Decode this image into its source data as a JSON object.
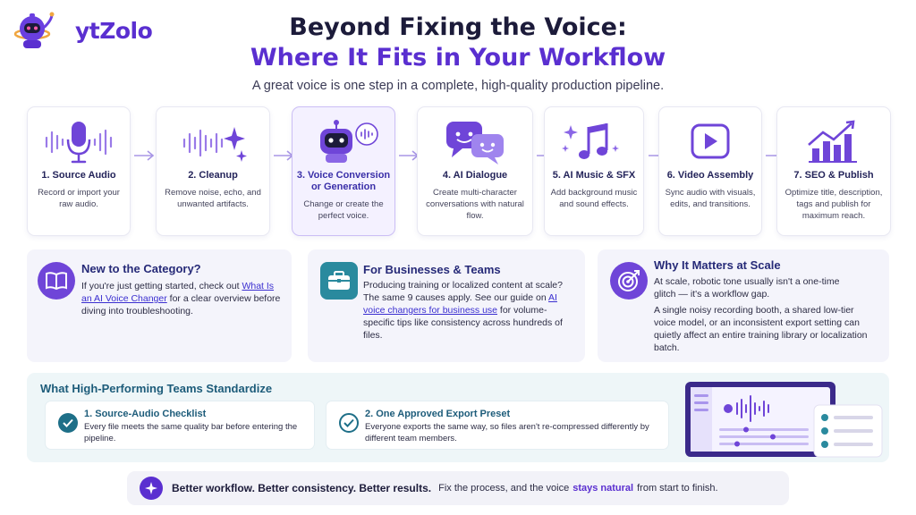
{
  "brand": {
    "name": "ytZolo"
  },
  "header": {
    "title_line1": "Beyond Fixing the Voice:",
    "title_line2": "Where It Fits in Your Workflow",
    "subtitle": "A great voice is one step in a complete, high-quality production pipeline."
  },
  "colors": {
    "accent": "#5a2fd0",
    "navy": "#1c1b3a",
    "teal": "#1d5c7a",
    "card_bg": "#f4f4fb",
    "panel_bg": "#eef6f8"
  },
  "pipeline": [
    {
      "title": "1. Source Audio",
      "desc": "Record or import your raw audio.",
      "icon": "microphone-icon",
      "active": false
    },
    {
      "title": "2. Cleanup",
      "desc": "Remove noise, echo, and unwanted artifacts.",
      "icon": "sparkle-wave-icon",
      "active": false
    },
    {
      "title": "3. Voice Conversion or Generation",
      "desc": "Change or create the perfect voice.",
      "icon": "robot-icon",
      "active": true
    },
    {
      "title": "4. AI Dialogue",
      "desc": "Create multi-character conversations with natural flow.",
      "icon": "chat-bubbles-icon",
      "active": false
    },
    {
      "title": "5. AI Music & SFX",
      "desc": "Add background music and sound effects.",
      "icon": "music-note-icon",
      "active": false
    },
    {
      "title": "6. Video Assembly",
      "desc": "Sync audio with visuals, edits, and transitions.",
      "icon": "play-icon",
      "active": false
    },
    {
      "title": "7. SEO & Publish",
      "desc": "Optimize title, description, tags and publish for maximum reach.",
      "icon": "growth-chart-icon",
      "active": false
    }
  ],
  "cards": {
    "new": {
      "title": "New to the Category?",
      "text1": "If you're just getting started, check out",
      "link": "What Is an AI Voice Changer",
      "text2": "for a clear overview before diving into troubleshooting.",
      "icon": "book-icon"
    },
    "business": {
      "title": "For Businesses & Teams",
      "text1": "Producing training or localized content at scale? The same 9 causes apply. See our guide on",
      "link": "AI voice changers for business use",
      "text2": "for volume-specific tips like consistency across hundreds of files.",
      "icon": "briefcase-icon"
    },
    "scale": {
      "title": "Why It Matters at Scale",
      "para1": "At scale, robotic tone usually isn't a one-time glitch — it's a workflow gap.",
      "para2": "A single noisy recording booth, a shared low-tier voice model, or an inconsistent export setting can quietly affect an entire training library or localization batch.",
      "icon": "target-icon"
    }
  },
  "standardize": {
    "title": "What High-Performing Teams Standardize",
    "items": [
      {
        "title": "1. Source-Audio Checklist",
        "desc": "Every file meets the same quality bar before entering the pipeline.",
        "icon": "check-circle-icon"
      },
      {
        "title": "2. One Approved Export Preset",
        "desc": "Everyone exports the same way, so files aren't re-compressed differently by different team members.",
        "icon": "check-outline-icon"
      }
    ]
  },
  "banner": {
    "bold": "Better workflow. Better consistency. Better results.",
    "text1": "Fix the process, and the voice",
    "highlight": "stays natural",
    "text2": "from start to finish.",
    "icon": "sparkle-icon"
  }
}
